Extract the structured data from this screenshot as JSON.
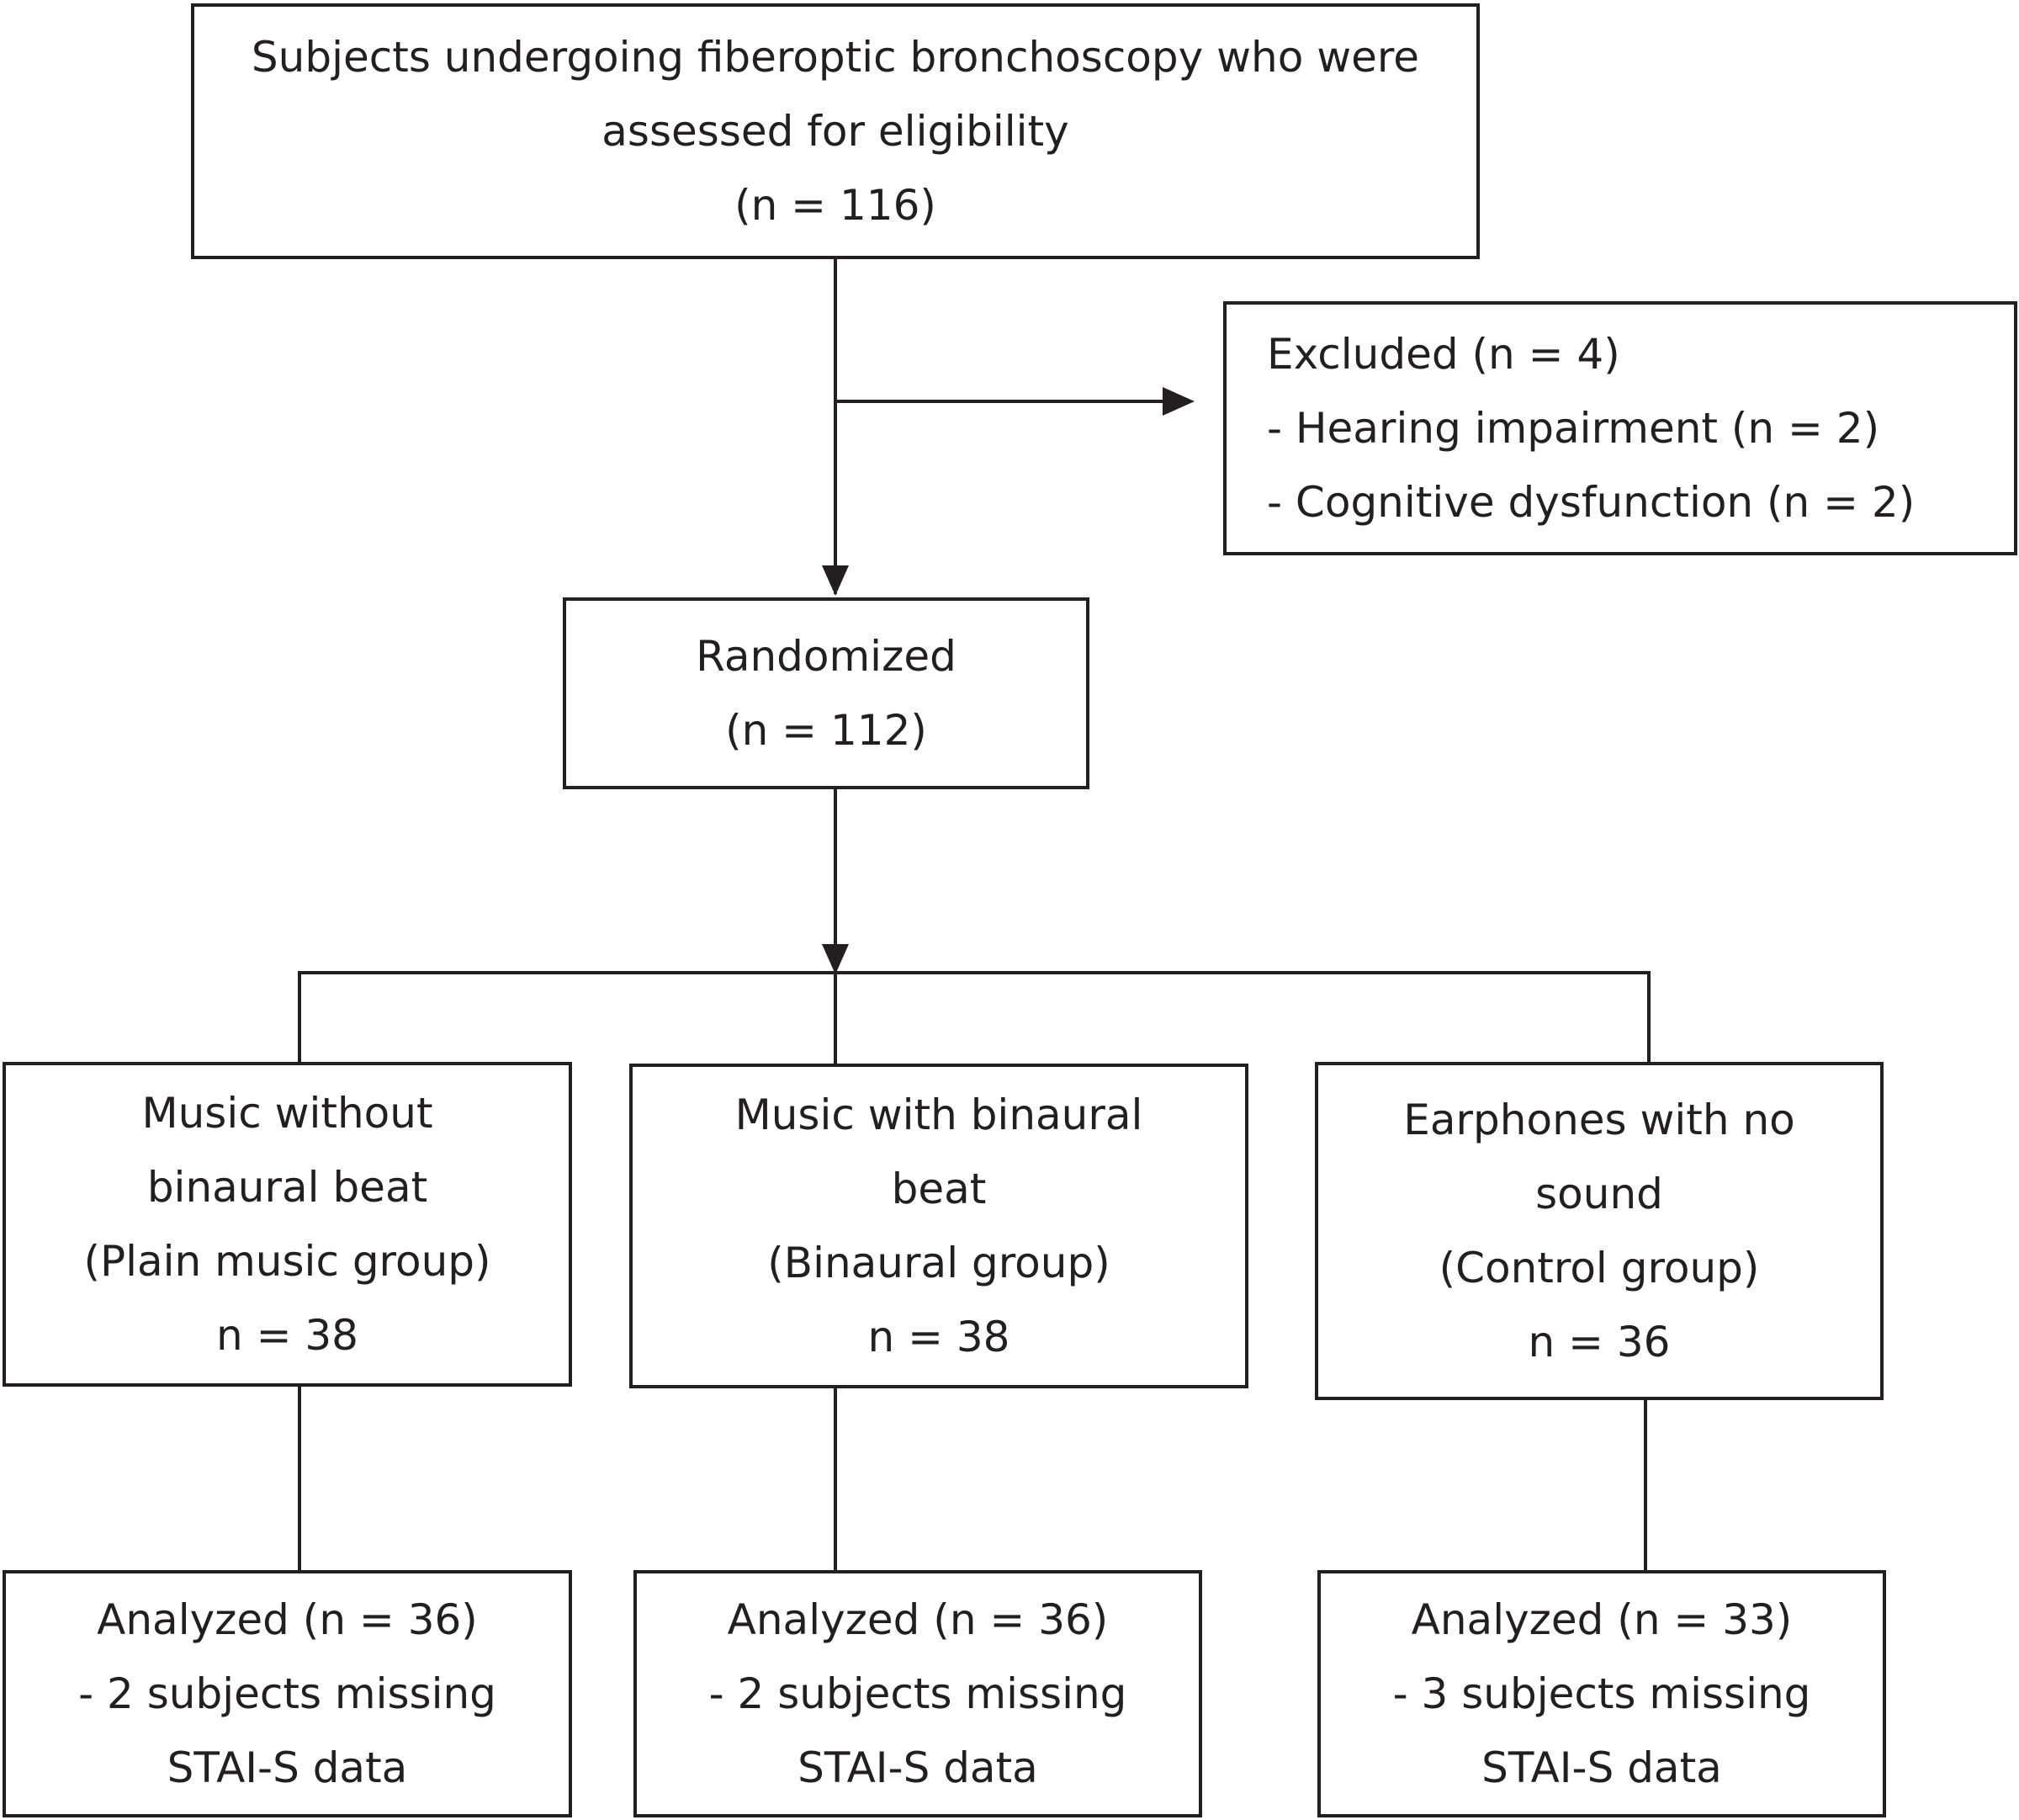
{
  "flowchart": {
    "eligibility": {
      "lines": [
        "Subjects undergoing fiberoptic bronchoscopy who were",
        "assessed for eligibility",
        "(n = 116)"
      ]
    },
    "excluded": {
      "lines": [
        "Excluded (n = 4)",
        "- Hearing impairment (n = 2)",
        "- Cognitive dysfunction (n = 2)"
      ]
    },
    "randomized": {
      "lines": [
        "Randomized",
        "(n = 112)"
      ]
    },
    "groups": [
      {
        "lines": [
          "Music without",
          "binaural beat",
          "(Plain music group)",
          "n = 38"
        ]
      },
      {
        "lines": [
          "Music with binaural",
          "beat",
          "(Binaural group)",
          "n = 38"
        ]
      },
      {
        "lines": [
          "Earphones with no",
          "sound",
          "(Control group)",
          "n = 36"
        ]
      }
    ],
    "analyzed": [
      {
        "lines": [
          "Analyzed (n = 36)",
          "- 2 subjects missing",
          "STAI-S data"
        ]
      },
      {
        "lines": [
          "Analyzed (n = 36)",
          "- 2 subjects missing",
          "STAI-S data"
        ]
      },
      {
        "lines": [
          "Analyzed (n = 33)",
          "- 3 subjects missing",
          "STAI-S data"
        ]
      }
    ]
  },
  "colors": {
    "stroke": "#231f20",
    "background": "#ffffff"
  }
}
